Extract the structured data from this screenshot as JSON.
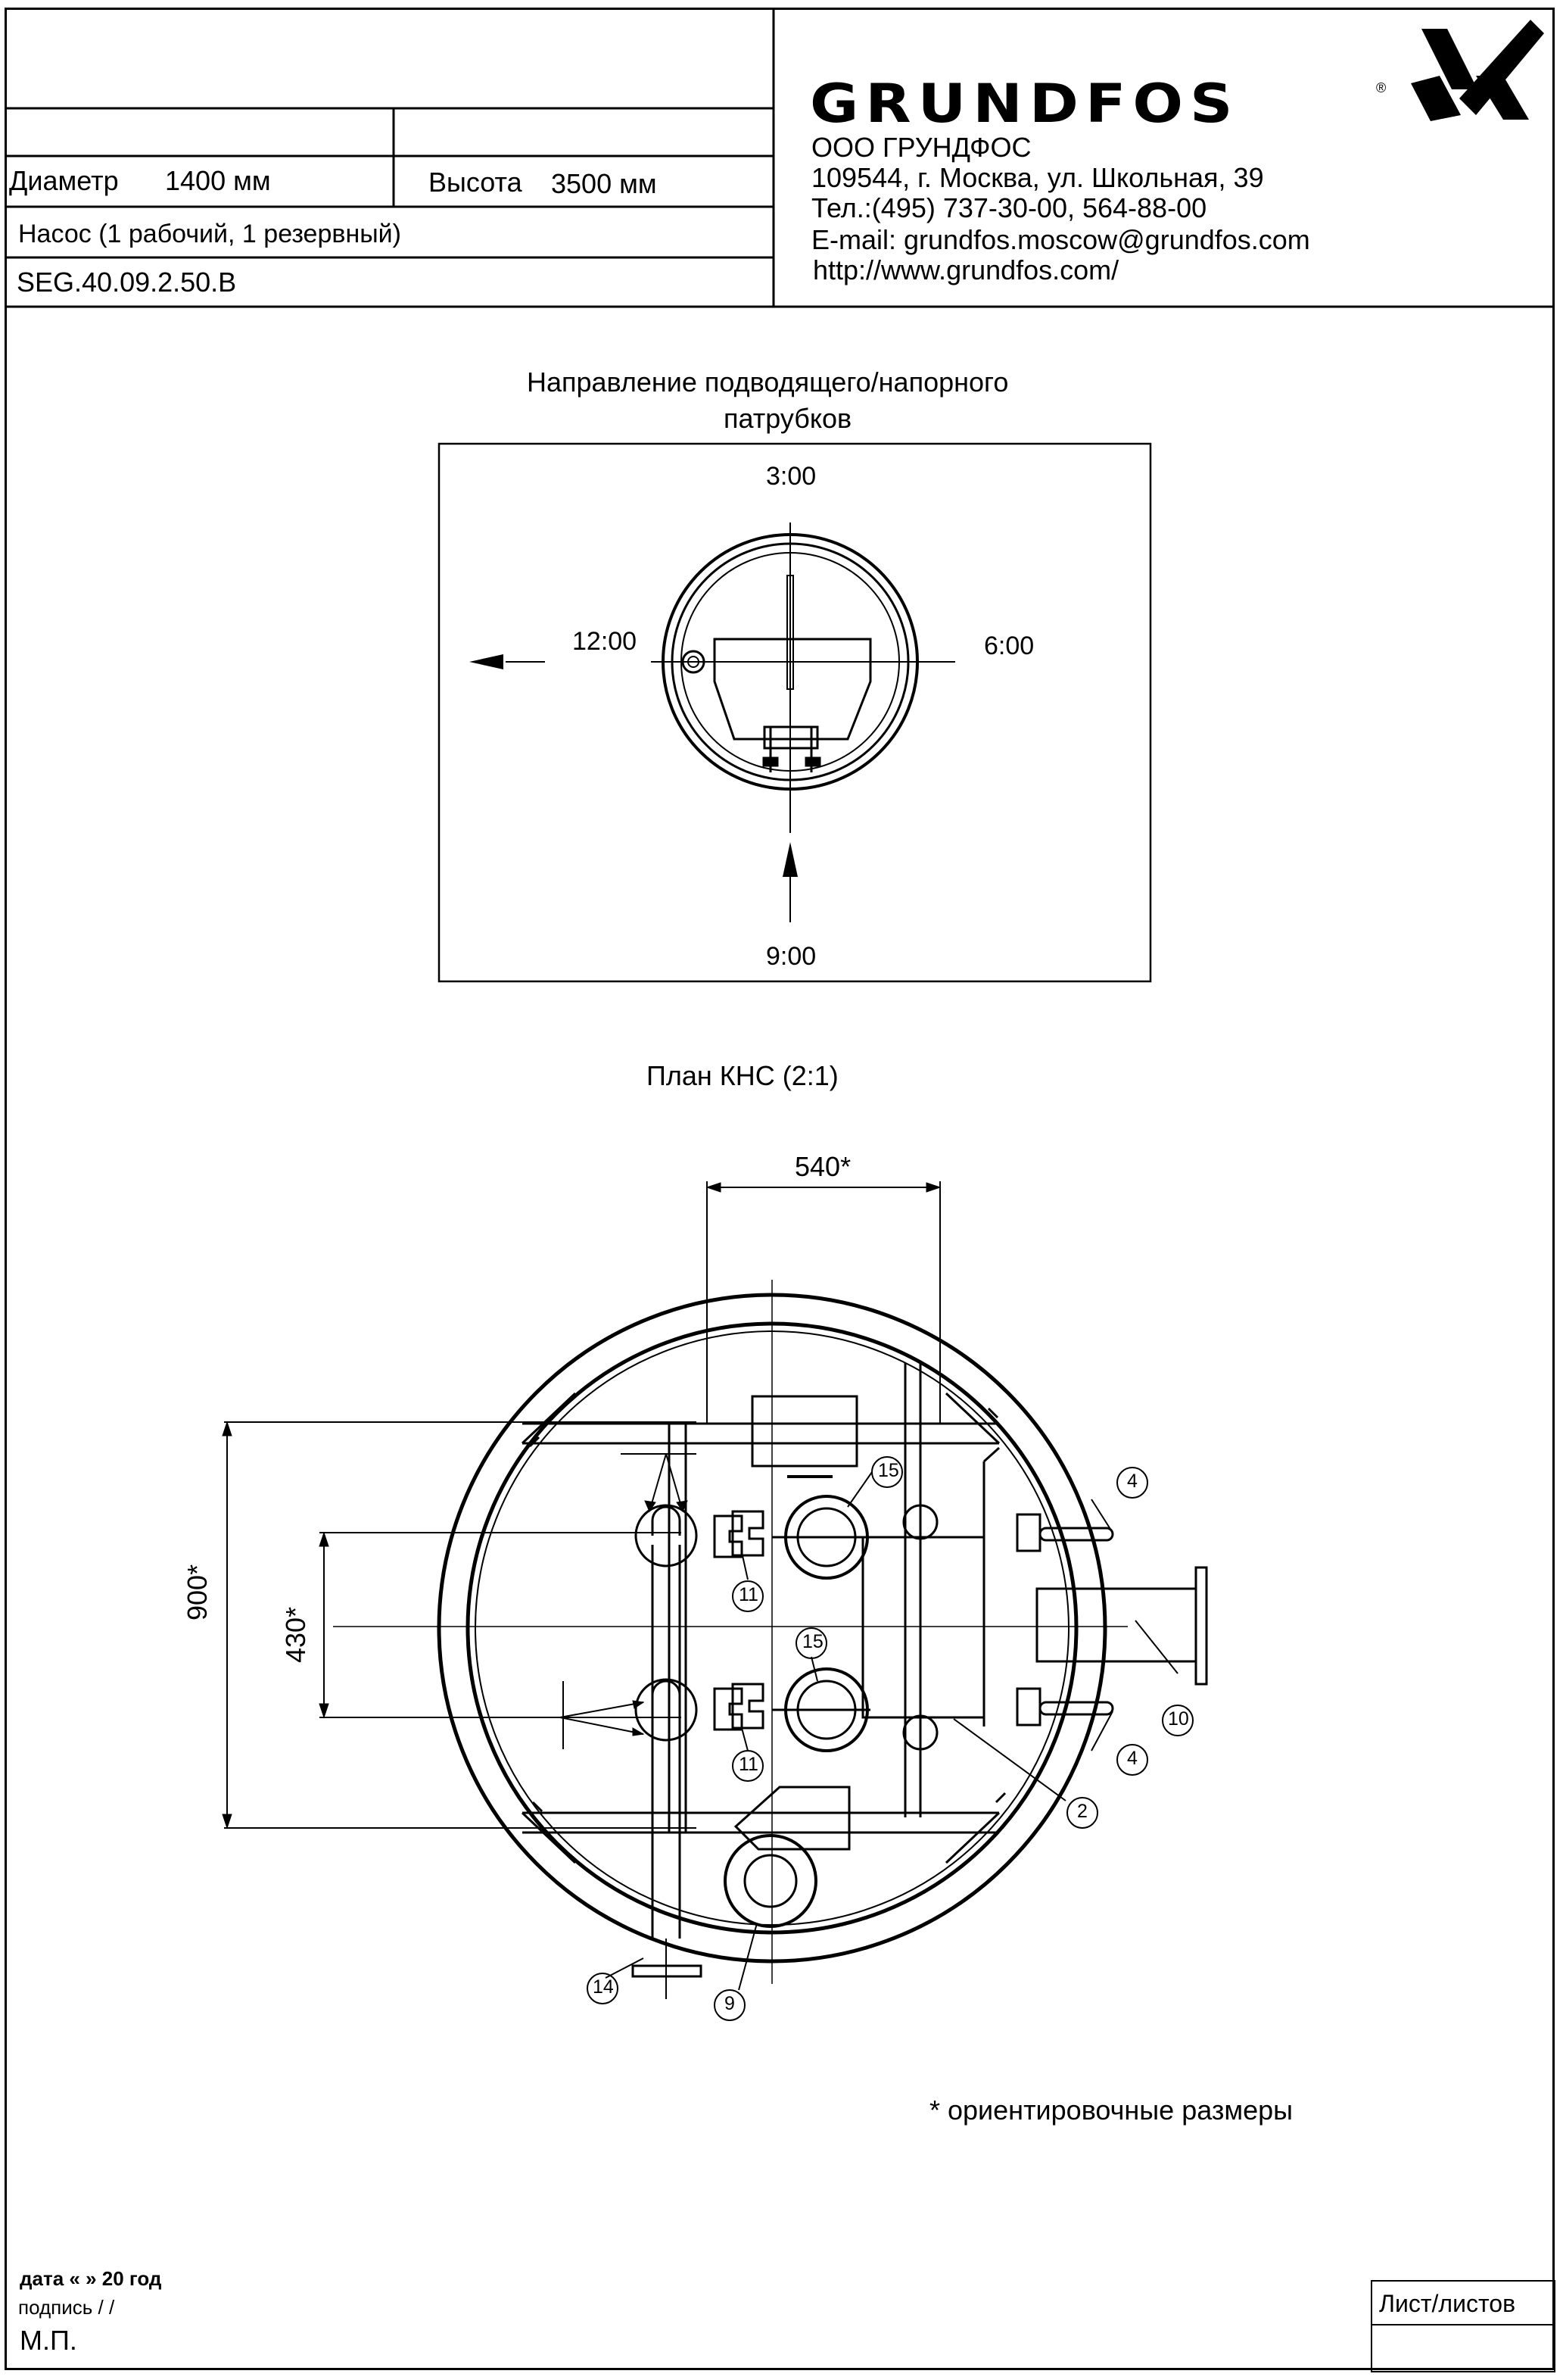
{
  "title_block": {
    "diameter_label": "Диаметр",
    "diameter_value": "1400 мм",
    "height_label": "Высота",
    "height_value": "3500 мм",
    "pump_info": "Насос (1 рабочий, 1 резервный)",
    "model_code": "SEG.40.09.2.50.B"
  },
  "company": {
    "logo_text": "GRUNDFOS",
    "name": "ООО ГРУНДФОС",
    "address": "109544, г. Москва, ул. Школьная, 39",
    "phone": "Тел.:(495) 737-30-00, 564-88-00",
    "email": "E-mail: grundfos.moscow@grundfos.com",
    "website": "http://www.grundfos.com/"
  },
  "direction_view": {
    "title_line1": "Направление подводящего/напорного",
    "title_line2": "патрубков",
    "label_top": "3:00",
    "label_left": "12:00",
    "label_right": "6:00",
    "label_bottom": "9:00"
  },
  "plan_view": {
    "title": "План КНС (2:1)",
    "dim_width": "540*",
    "dim_height_outer": "900*",
    "dim_height_inner": "430*",
    "callouts": [
      "4",
      "15",
      "11",
      "15",
      "10",
      "4",
      "11",
      "2",
      "14",
      "9"
    ]
  },
  "notes": {
    "approx_dims": "* ориентировочные размеры"
  },
  "signature": {
    "date_line": "дата  «      »                                   20      год",
    "sign_line": "подпись                         /                                   /",
    "stamp": "М.П.",
    "sheet_label": "Лист/листов"
  }
}
